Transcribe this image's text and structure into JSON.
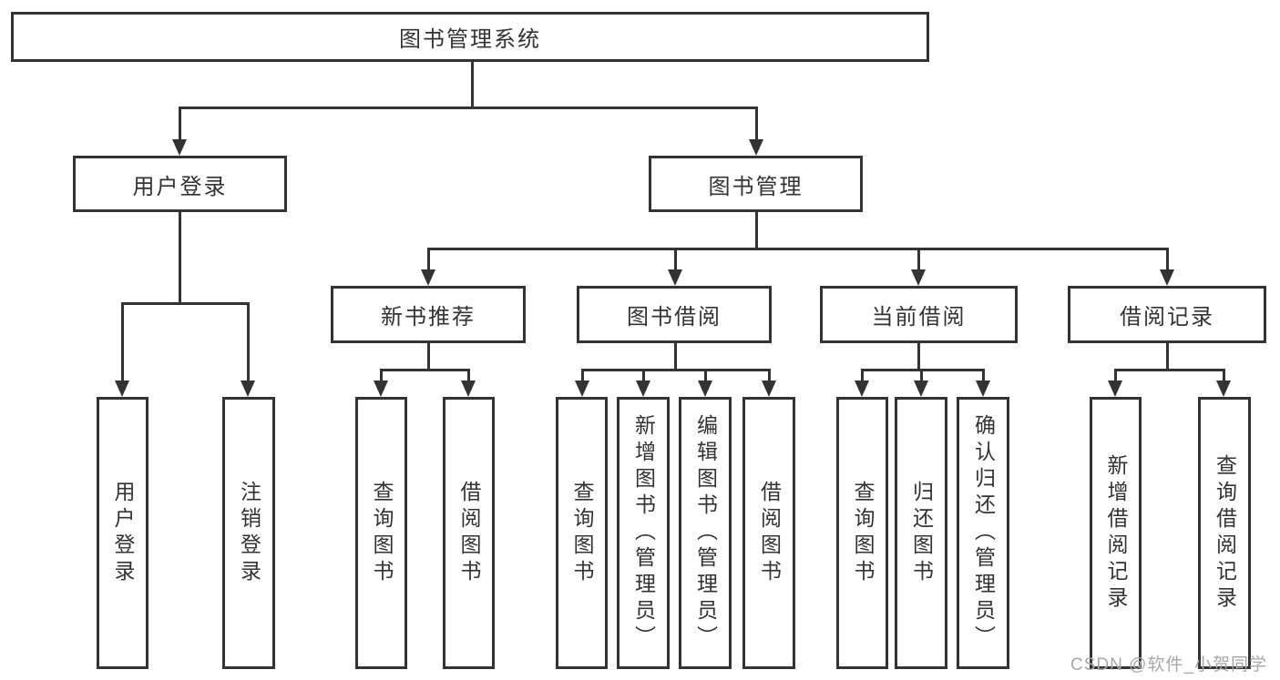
{
  "diagram": {
    "tree": {
      "root": {
        "label": "图书管理系统"
      },
      "children": [
        {
          "label": "用户登录",
          "children": [
            {
              "label": "用户登录"
            },
            {
              "label": "注销登录"
            }
          ]
        },
        {
          "label": "图书管理",
          "children": [
            {
              "label": "新书推荐",
              "children": [
                {
                  "label": "查询图书"
                },
                {
                  "label": "借阅图书"
                }
              ]
            },
            {
              "label": "图书借阅",
              "children": [
                {
                  "label": "查询图书"
                },
                {
                  "label": "新增图书（管理员）"
                },
                {
                  "label": "编辑图书（管理员）"
                },
                {
                  "label": "借阅图书"
                }
              ]
            },
            {
              "label": "当前借阅",
              "children": [
                {
                  "label": "查询图书"
                },
                {
                  "label": "归还图书"
                },
                {
                  "label": "确认归还（管理员）"
                }
              ]
            },
            {
              "label": "借阅记录",
              "children": [
                {
                  "label": "新增借阅记录"
                },
                {
                  "label": "查询借阅记录"
                }
              ]
            }
          ]
        }
      ]
    },
    "colors": {
      "line": "#333333",
      "text": "#333333",
      "background": "#ffffff",
      "watermark": "#a8a8a8"
    }
  },
  "watermark": {
    "text": "CSDN @软件_小贺同学"
  }
}
